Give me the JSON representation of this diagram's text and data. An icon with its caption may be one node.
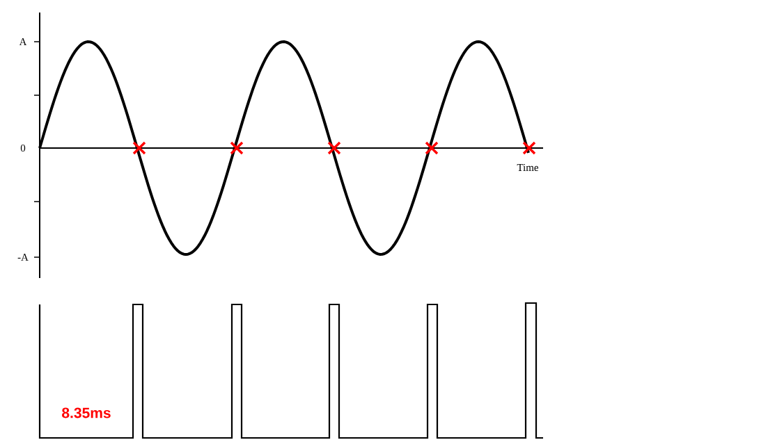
{
  "diagram": {
    "labels": [
      "A",
      "0",
      "-A",
      "Time",
      "8.35ms"
    ]
  }
}
